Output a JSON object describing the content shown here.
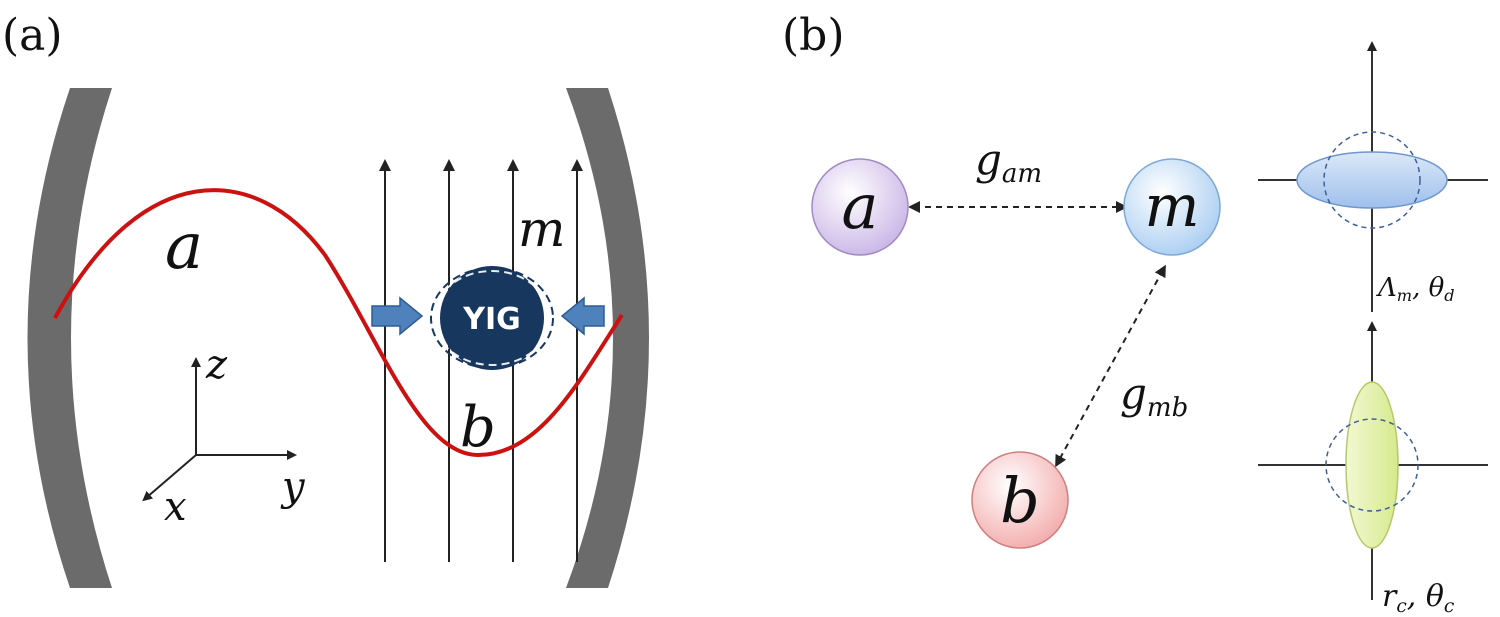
{
  "panel_a": {
    "label": "(a)",
    "mode_photon": "a",
    "mode_magnon": "m",
    "mode_phonon": "b",
    "sphere_label": "YIG",
    "axis_x": "x",
    "axis_y": "y",
    "axis_z": "z"
  },
  "panel_b": {
    "label": "(b)",
    "node_a": "a",
    "node_m": "m",
    "node_b": "b",
    "coupling_am": {
      "base": "g",
      "sub": "am"
    },
    "coupling_mb": {
      "base": "g",
      "sub": "mb"
    },
    "squeeze_magnon": {
      "p1": "Λ",
      "p1_sub": "m",
      "sep": ", ",
      "p2": "θ",
      "p2_sub": "d"
    },
    "squeeze_cavity": {
      "p1": "r",
      "p1_sub": "c",
      "sep": ", ",
      "p2": "θ",
      "p2_sub": "c"
    }
  },
  "colors": {
    "mirror": "#6b6b6b",
    "wave": "#cc1111",
    "yig": "#17375e",
    "arrow": "#4f81bd",
    "node_a": "#c9b4e6",
    "node_m": "#a9cdf2",
    "node_b": "#f3aaaa",
    "ellipse_blue": "#a9c8ef",
    "ellipse_green": "#dcee9c"
  }
}
